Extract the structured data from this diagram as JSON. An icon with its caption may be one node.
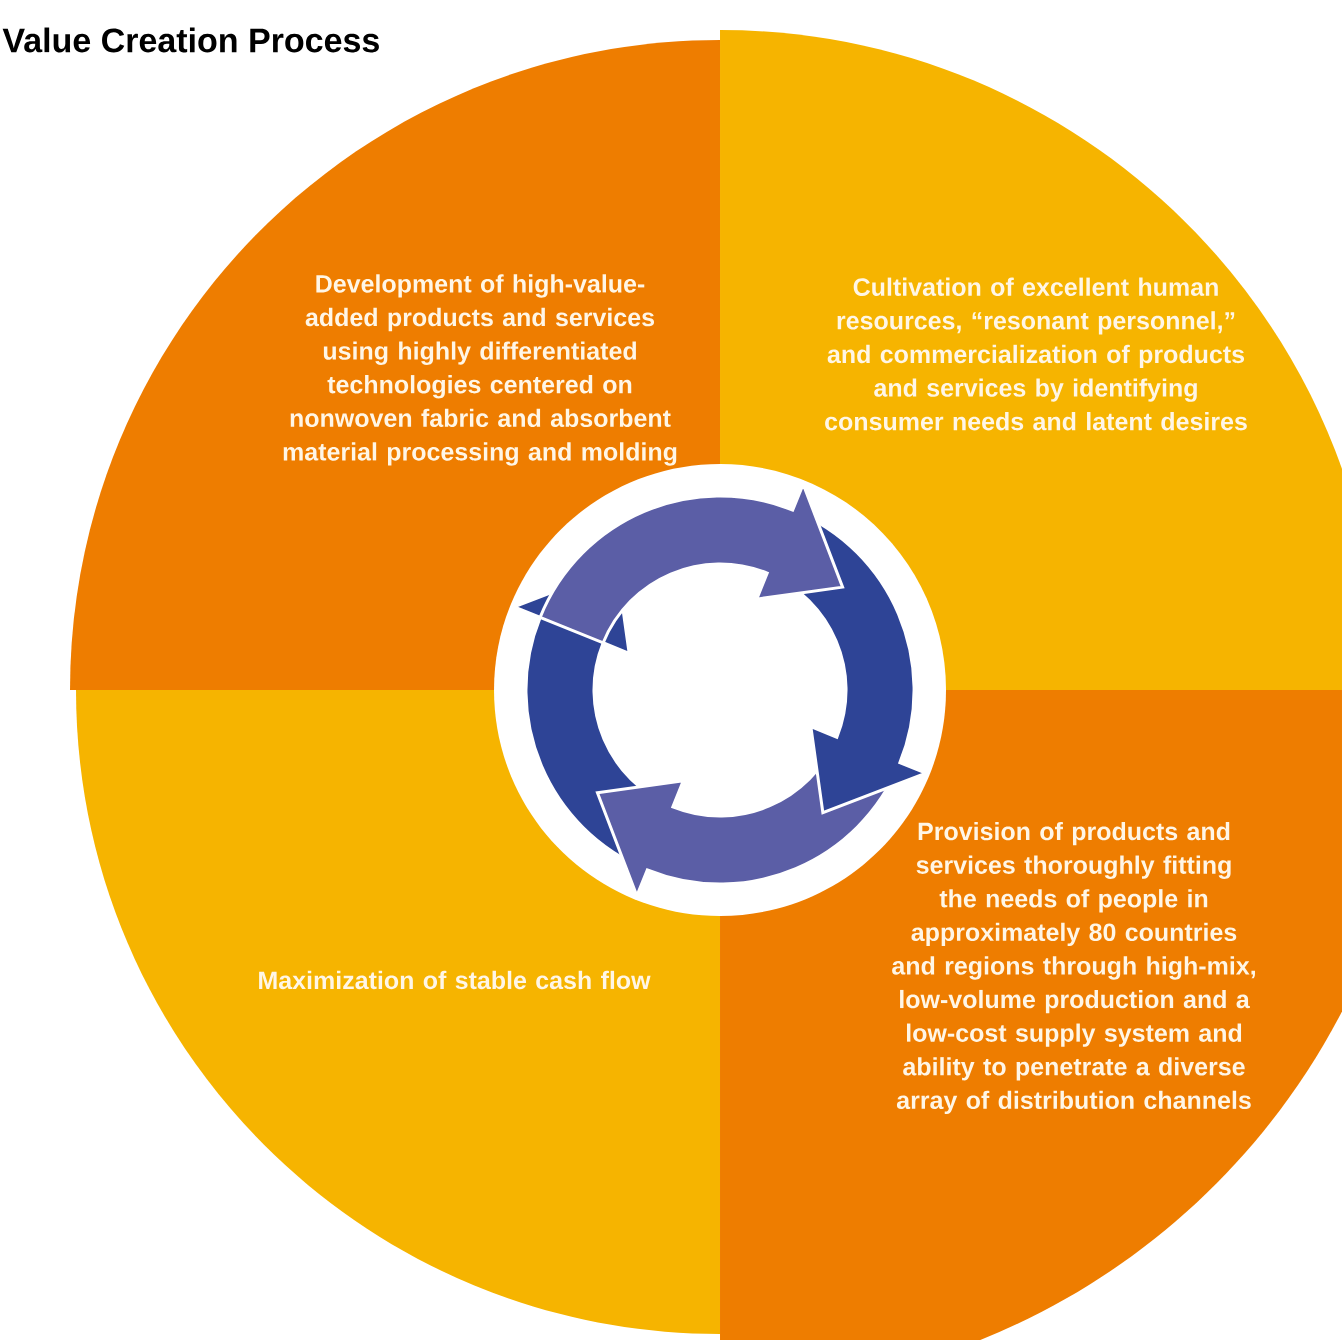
{
  "diagram": {
    "title": "Value Creation Process",
    "nodes": [
      {
        "text": [
          "Development of high-value-added products and services using highly differentiated technologies centered on nonwoven fabric and absorbent material processing and molding"
        ]
      },
      {
        "text": [
          "Cultivation of excellent human resources, “resonant personnel,” and commercialization of products and services by identifying consumer needs and latent desires"
        ]
      },
      {
        "text": [
          "Maximization of stable cash flow"
        ]
      },
      {
        "text": [
          "Provision of products and services thoroughly fitting the needs of people in approximately 80 countries and regions through high-mix, low-volume production and a low-cost supply system and ability to penetrate a diverse array of distribution channels"
        ]
      }
    ]
  }
}
